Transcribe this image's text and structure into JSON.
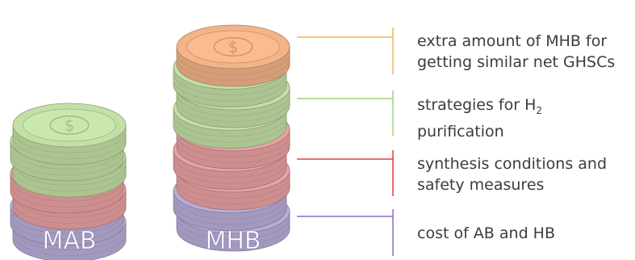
{
  "stacks": [
    {
      "name": "MAB",
      "coins": [
        "purple",
        "purple",
        "red",
        "red",
        "green",
        "green",
        "green"
      ]
    },
    {
      "name": "MHB",
      "coins": [
        "purple",
        "purple",
        "red",
        "red",
        "red",
        "green",
        "green",
        "green",
        "orange"
      ]
    }
  ],
  "colors": {
    "purple": "#b9aed8",
    "red": "#e9a1a3",
    "green": "#c3dfa5",
    "orange": "#f2b489",
    "text": "#3c3c3c"
  },
  "legend": [
    {
      "key": "orange",
      "line1": "extra amount of MHB for",
      "line2": "getting similar net GHSCs",
      "bracket_color": "#f0b25a"
    },
    {
      "key": "green",
      "line1": "strategies for H",
      "sub": "2",
      "line2": "purification",
      "bracket_color": "#9fd27a"
    },
    {
      "key": "red",
      "line1": "synthesis conditions and",
      "line2": "safety measures",
      "bracket_color": "#e0413f"
    },
    {
      "key": "purple",
      "line1": "cost of AB and HB",
      "line2": "",
      "bracket_color": "#8f6bc4"
    }
  ]
}
